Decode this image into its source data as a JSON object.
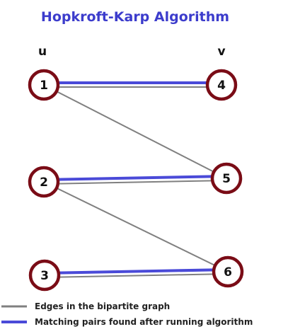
{
  "title": "Hopkroft-Karp Algorithm",
  "labels": {
    "left_side": "u",
    "right_side": "v"
  },
  "nodes": [
    {
      "id": "1",
      "label": "1",
      "side": "u"
    },
    {
      "id": "2",
      "label": "2",
      "side": "u"
    },
    {
      "id": "3",
      "label": "3",
      "side": "u"
    },
    {
      "id": "4",
      "label": "4",
      "side": "v"
    },
    {
      "id": "5",
      "label": "5",
      "side": "v"
    },
    {
      "id": "6",
      "label": "6",
      "side": "v"
    }
  ],
  "edges": [
    {
      "from": "1",
      "to": "4"
    },
    {
      "from": "1",
      "to": "5"
    },
    {
      "from": "2",
      "to": "5"
    },
    {
      "from": "2",
      "to": "6"
    },
    {
      "from": "3",
      "to": "6"
    }
  ],
  "matching": [
    {
      "from": "1",
      "to": "4"
    },
    {
      "from": "2",
      "to": "5"
    },
    {
      "from": "3",
      "to": "6"
    }
  ],
  "legend": {
    "edges_label": "Edges in the bipartite graph",
    "matching_label": "Matching pairs found after running algorithm"
  },
  "colors": {
    "title": "#3c3ccc",
    "edge": "#808080",
    "matching": "#4a4ad8",
    "node_border": "#7a0c16",
    "node_fill": "#ffffff"
  }
}
